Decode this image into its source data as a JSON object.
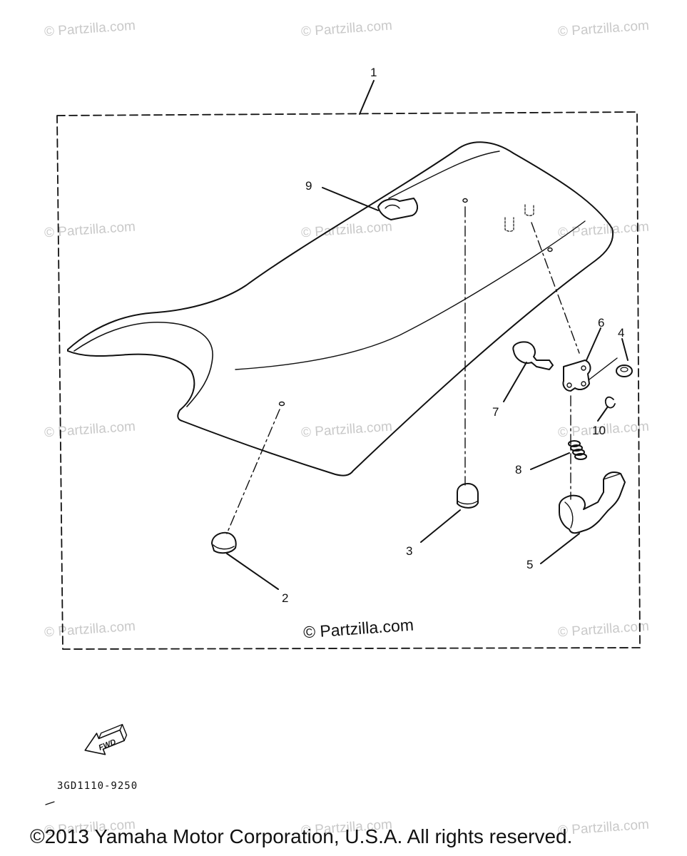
{
  "diagram": {
    "callouts": [
      "1",
      "2",
      "3",
      "4",
      "5",
      "6",
      "7",
      "8",
      "9",
      "10"
    ],
    "watermark_text": "© Partzilla.com",
    "center_watermark": "© Partzilla.com",
    "direction_label": "FWD",
    "part_code": "3GD1110-9250",
    "copyright": "©2013 Yamaha Motor Corporation, U.S.A. All rights reserved."
  }
}
